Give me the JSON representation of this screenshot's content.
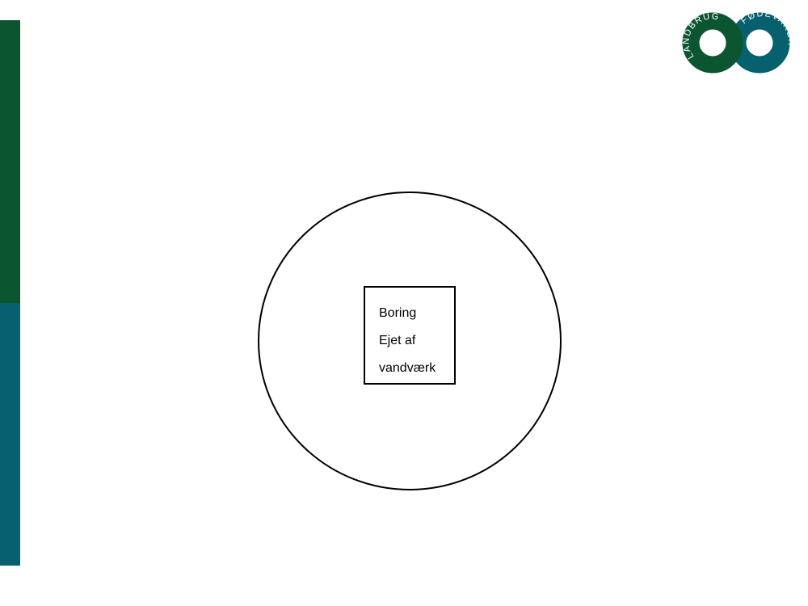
{
  "colors": {
    "green": "#0b5530",
    "teal": "#06606e",
    "stroke": "#000000",
    "background": "#ffffff"
  },
  "logo": {
    "left_text": "LANDBRUG",
    "right_text": "FØDEVARER"
  },
  "diagram": {
    "shape": "circle-with-centered-label-box",
    "label_lines": [
      "Boring",
      "Ejet af",
      "vandværk"
    ]
  }
}
